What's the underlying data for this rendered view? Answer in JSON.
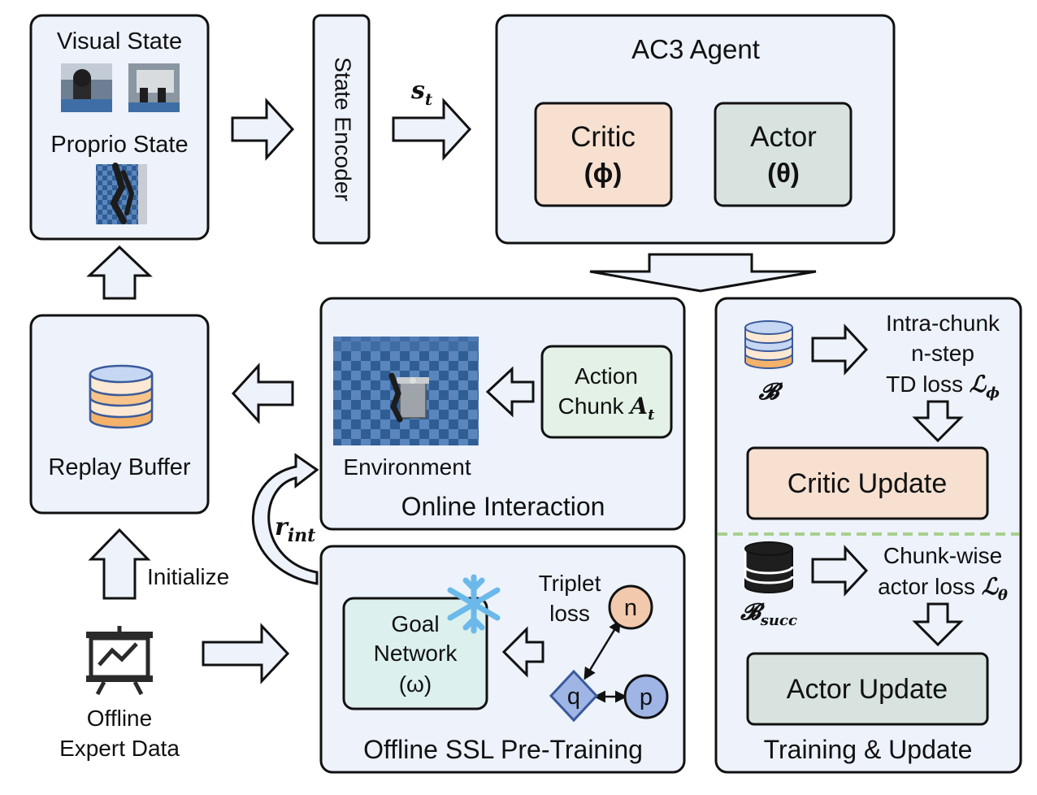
{
  "colors": {
    "panel_fill": "#edf2fb",
    "critic_fill": "#f7e0d0",
    "actor_fill": "#d8e3df",
    "goal_fill": "#dcf0ee",
    "node_n": "#f3c9ad",
    "node_pq": "#9fb5e6",
    "divider": "#a8d08d",
    "db_accent": "#f5b26b"
  },
  "state_box": {
    "visual_title": "Visual State",
    "proprio_title": "Proprio State"
  },
  "encoder": {
    "label": "State Encoder"
  },
  "state_symbol": {
    "base": "s",
    "sub": "t"
  },
  "agent": {
    "title": "AC3 Agent",
    "critic": {
      "name": "Critic",
      "param": "(ϕ)"
    },
    "actor": {
      "name": "Actor",
      "param": "(θ)"
    }
  },
  "replay": {
    "label": "Replay Buffer"
  },
  "initialize": {
    "label": "Initialize"
  },
  "offline_data": {
    "line1": "Offline",
    "line2": "Expert Data"
  },
  "online": {
    "title": "Online Interaction",
    "env_label": "Environment",
    "action_line1": "Action",
    "action_line2": "Chunk ",
    "action_sym": "A",
    "action_sub": "t"
  },
  "reward": {
    "base": "r",
    "sub": "int"
  },
  "ssl": {
    "title": "Offline SSL Pre-Training",
    "goal_line1": "Goal",
    "goal_line2": "Network",
    "goal_param": "(ω)",
    "triplet_line1": "Triplet",
    "triplet_line2": "loss",
    "node_n": "n",
    "node_q": "q",
    "node_p": "p",
    "snowflake_icon": "snowflake-icon"
  },
  "training": {
    "title": "Training & Update",
    "buffer_sym": "𝓑",
    "loss1_line1": "Intra-chunk",
    "loss1_line2": "n-step",
    "loss1_line3": "TD loss ",
    "loss1_sym": "ℒ",
    "loss1_sub": "ϕ",
    "critic_update": "Critic Update",
    "succ_sym": "𝓑",
    "succ_sub": "succ",
    "loss2_line1": "Chunk-wise",
    "loss2_line2": "actor loss ",
    "loss2_sym": "ℒ",
    "loss2_sub": "θ",
    "actor_update": "Actor Update"
  }
}
